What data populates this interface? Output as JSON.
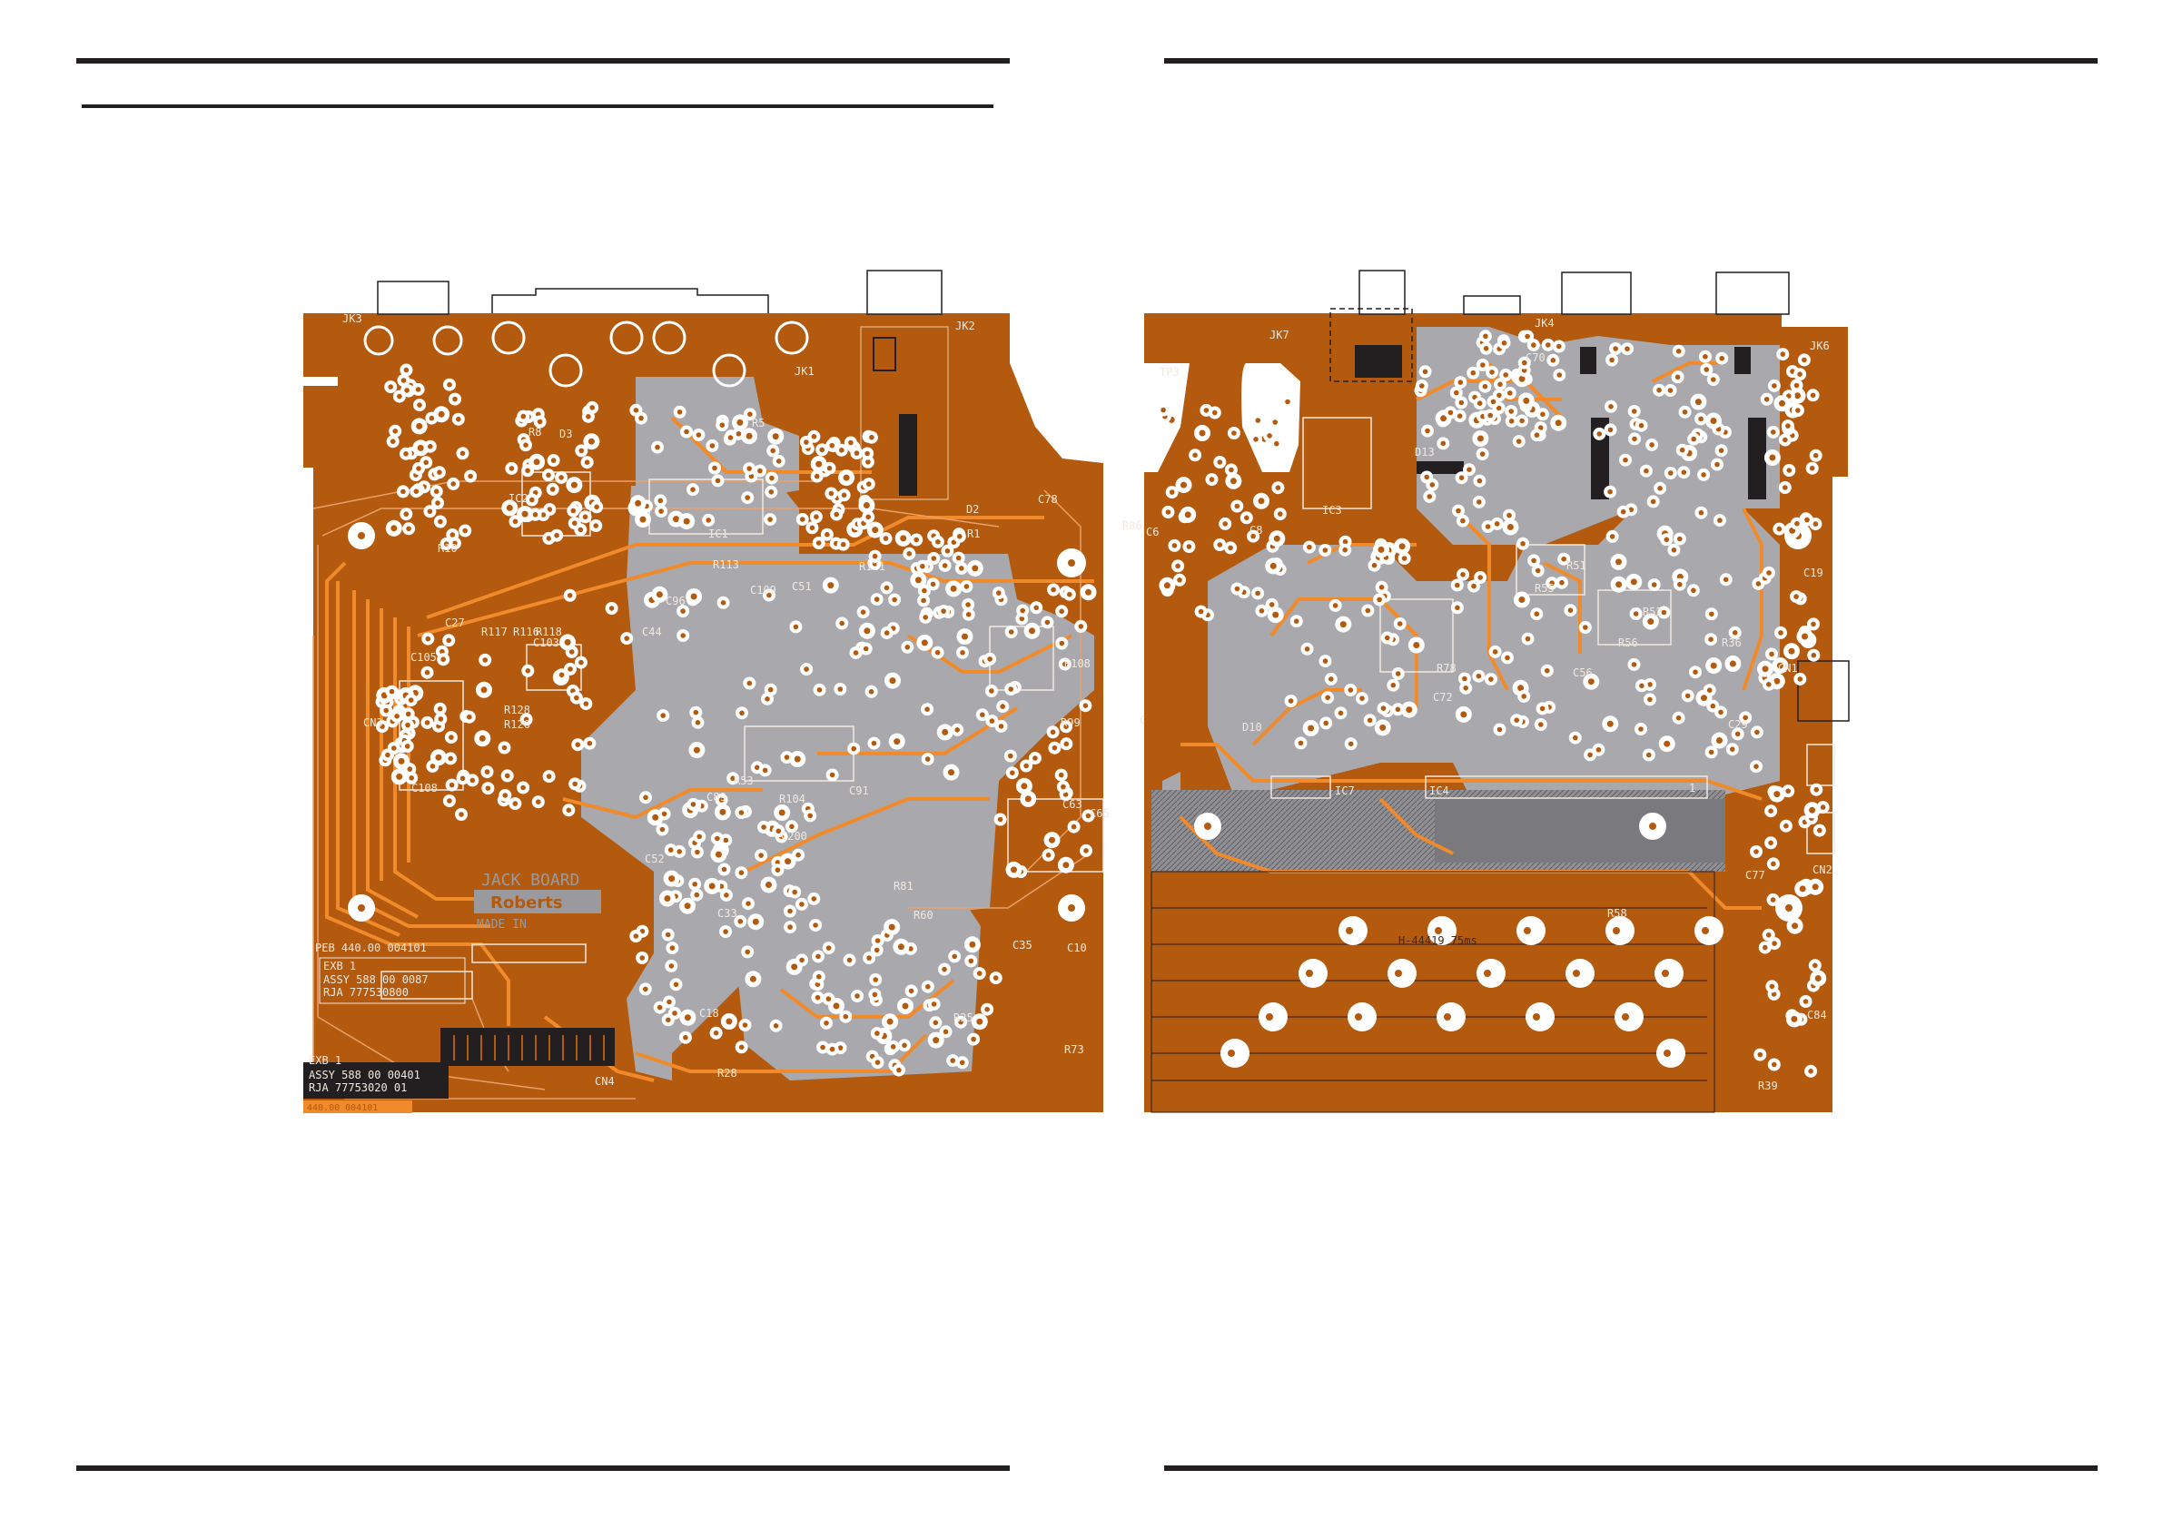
{
  "colors": {
    "board": "#b35a0e",
    "trace_light": "#f08a2a",
    "ground_plane": "#a9a9ad",
    "pad": "#ffffff",
    "silkscreen": "#f2e8de",
    "rule": "#231f20"
  },
  "left_board": {
    "connectors": [
      "JK3",
      "JK1",
      "JK2"
    ],
    "board_title": "JACK BOARD",
    "brand": "Roberts",
    "made_in": "MADE IN",
    "pcb_code": "PEB 440.00 004101",
    "label_box": {
      "tag": "EXB 1",
      "lines": [
        "ASSY 588 00 0087",
        "RJA 777530800"
      ]
    },
    "bottom_label": {
      "tag": "EXB 1",
      "lines": [
        "ASSY 588 00 00401",
        "RJA 77753020 01"
      ],
      "code": "440.00 004101"
    },
    "ref_labels": [
      {
        "id": "l01",
        "text": "IC2"
      },
      {
        "id": "l02",
        "text": "IC1"
      },
      {
        "id": "l03",
        "text": "D3"
      },
      {
        "id": "l04",
        "text": "R5"
      },
      {
        "id": "l05",
        "text": "R8"
      },
      {
        "id": "l06",
        "text": "R10"
      },
      {
        "id": "l07",
        "text": "C27"
      },
      {
        "id": "l08",
        "text": "R117"
      },
      {
        "id": "l09",
        "text": "R116"
      },
      {
        "id": "l10",
        "text": "R118"
      },
      {
        "id": "l11",
        "text": "C105"
      },
      {
        "id": "l12",
        "text": "C108"
      },
      {
        "id": "l13",
        "text": "R128"
      },
      {
        "id": "l14",
        "text": "R126"
      },
      {
        "id": "l15",
        "text": "C103"
      },
      {
        "id": "l16",
        "text": "R113"
      },
      {
        "id": "l17",
        "text": "C109"
      },
      {
        "id": "l18",
        "text": "C51"
      },
      {
        "id": "l19",
        "text": "R104"
      },
      {
        "id": "l20",
        "text": "R53"
      },
      {
        "id": "l21",
        "text": "C89"
      },
      {
        "id": "l22",
        "text": "C91"
      },
      {
        "id": "l23",
        "text": "C200"
      },
      {
        "id": "l24",
        "text": "R81"
      },
      {
        "id": "l25",
        "text": "C33"
      },
      {
        "id": "l26",
        "text": "R60"
      },
      {
        "id": "l27",
        "text": "C18"
      },
      {
        "id": "l28",
        "text": "R28"
      },
      {
        "id": "l29",
        "text": "CN4"
      },
      {
        "id": "l30",
        "text": "C96"
      },
      {
        "id": "l31",
        "text": "C44"
      },
      {
        "id": "l32",
        "text": "D2"
      },
      {
        "id": "l33",
        "text": "R1"
      },
      {
        "id": "l34",
        "text": "C30"
      },
      {
        "id": "l35",
        "text": "C35"
      },
      {
        "id": "l36",
        "text": "C10"
      },
      {
        "id": "l37",
        "text": "R25"
      },
      {
        "id": "l38",
        "text": "R73"
      },
      {
        "id": "l39",
        "text": "C63"
      },
      {
        "id": "l40",
        "text": "C65"
      },
      {
        "id": "l41",
        "text": "R99"
      },
      {
        "id": "l42",
        "text": "R108"
      },
      {
        "id": "l43",
        "text": "CN3"
      },
      {
        "id": "l44",
        "text": "C52"
      },
      {
        "id": "l45",
        "text": "R121"
      }
    ]
  },
  "right_board": {
    "connectors": [
      "JK7",
      "JK4",
      "JK6"
    ],
    "ref_labels": [
      {
        "id": "r01",
        "text": "TP3"
      },
      {
        "id": "r02",
        "text": "C78"
      },
      {
        "id": "r03",
        "text": "R86"
      },
      {
        "id": "r04",
        "text": "C6"
      },
      {
        "id": "r05",
        "text": "C8"
      },
      {
        "id": "r06",
        "text": "IC7"
      },
      {
        "id": "r07",
        "text": "IC4"
      },
      {
        "id": "r08",
        "text": "1"
      },
      {
        "id": "r09",
        "text": "D10"
      },
      {
        "id": "r10",
        "text": "D13"
      },
      {
        "id": "r11",
        "text": "C70"
      },
      {
        "id": "r12",
        "text": "R51"
      },
      {
        "id": "r13",
        "text": "R56"
      },
      {
        "id": "r14",
        "text": "R36"
      },
      {
        "id": "r15",
        "text": "C56"
      },
      {
        "id": "r16",
        "text": "R55"
      },
      {
        "id": "r17",
        "text": "R52"
      },
      {
        "id": "r18",
        "text": "C19"
      },
      {
        "id": "r19",
        "text": "CN1"
      },
      {
        "id": "r20",
        "text": "C29"
      },
      {
        "id": "r21",
        "text": "C77"
      },
      {
        "id": "r22",
        "text": "C84"
      },
      {
        "id": "r23",
        "text": "R39"
      },
      {
        "id": "r24",
        "text": "R58"
      },
      {
        "id": "r25",
        "text": "IC3"
      },
      {
        "id": "r26",
        "text": "C72"
      },
      {
        "id": "r27",
        "text": "R78"
      },
      {
        "id": "r28",
        "text": "CN2"
      }
    ],
    "lcd_label": "H-44419 75ms"
  }
}
